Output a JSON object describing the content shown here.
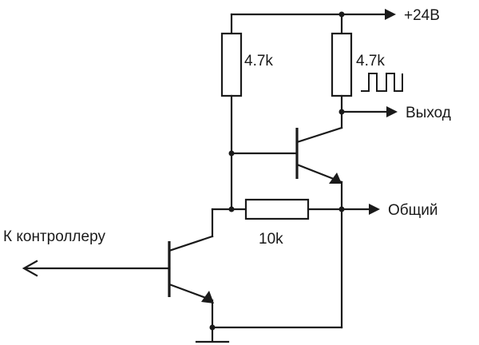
{
  "labels": {
    "supply": "+24В",
    "output": "Выход",
    "common": "Общий",
    "controller": "К контроллеру",
    "r1": "4.7k",
    "r2": "4.7k",
    "r3": "10k"
  },
  "icons": {
    "pulse": "square-wave-icon",
    "ground": "ground-icon"
  },
  "colors": {
    "ink": "#1a1a1a",
    "background": "#ffffff"
  }
}
